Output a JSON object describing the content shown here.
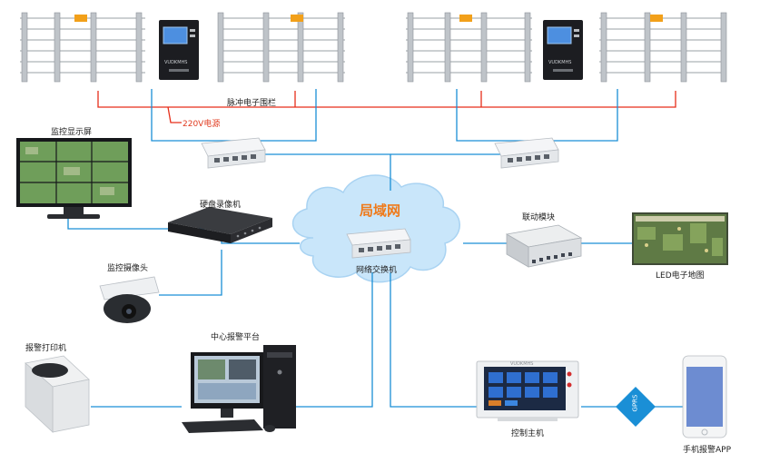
{
  "labels": {
    "fence": "脉冲电子围栏",
    "power": "220V电源",
    "monitor_screen": "监控显示屏",
    "dvr": "硬盘录像机",
    "camera": "监控摄像头",
    "printer": "报警打印机",
    "central_platform": "中心报警平台",
    "cloud": "局域网",
    "switch": "网络交换机",
    "linkage": "联动模块",
    "led_map": "LED电子地图",
    "controller": "控制主机",
    "app": "手机报警APP",
    "gprs": "GPRS",
    "brand": "VUDKMHS"
  },
  "colors": {
    "signal_line": "#1a8fd6",
    "power_line": "#e62e1a",
    "cloud_fill": "#c9e6fa",
    "cloud_title": "#ef7a1a"
  }
}
